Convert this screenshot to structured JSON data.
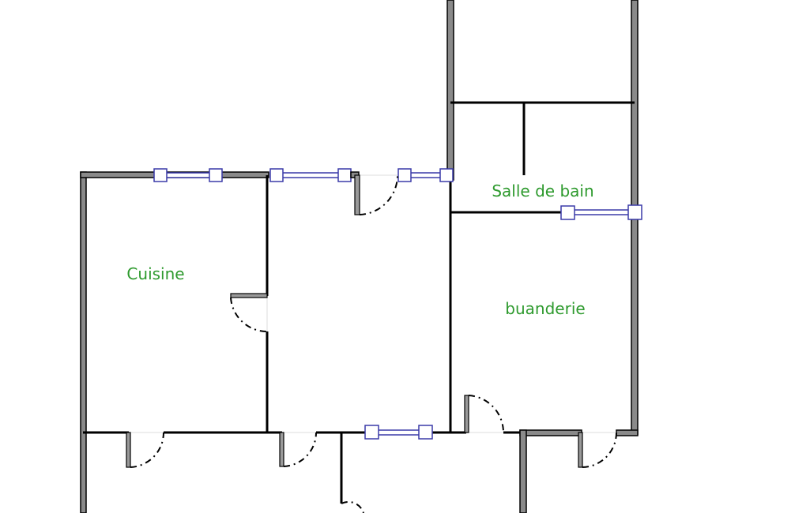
{
  "rooms": {
    "kitchen": "Cuisine",
    "bathroom": "Salle de bain",
    "laundry": "buanderie"
  },
  "colors": {
    "label": "#2e9a2e",
    "window": "#3a3aa8",
    "wall": "#000000"
  }
}
